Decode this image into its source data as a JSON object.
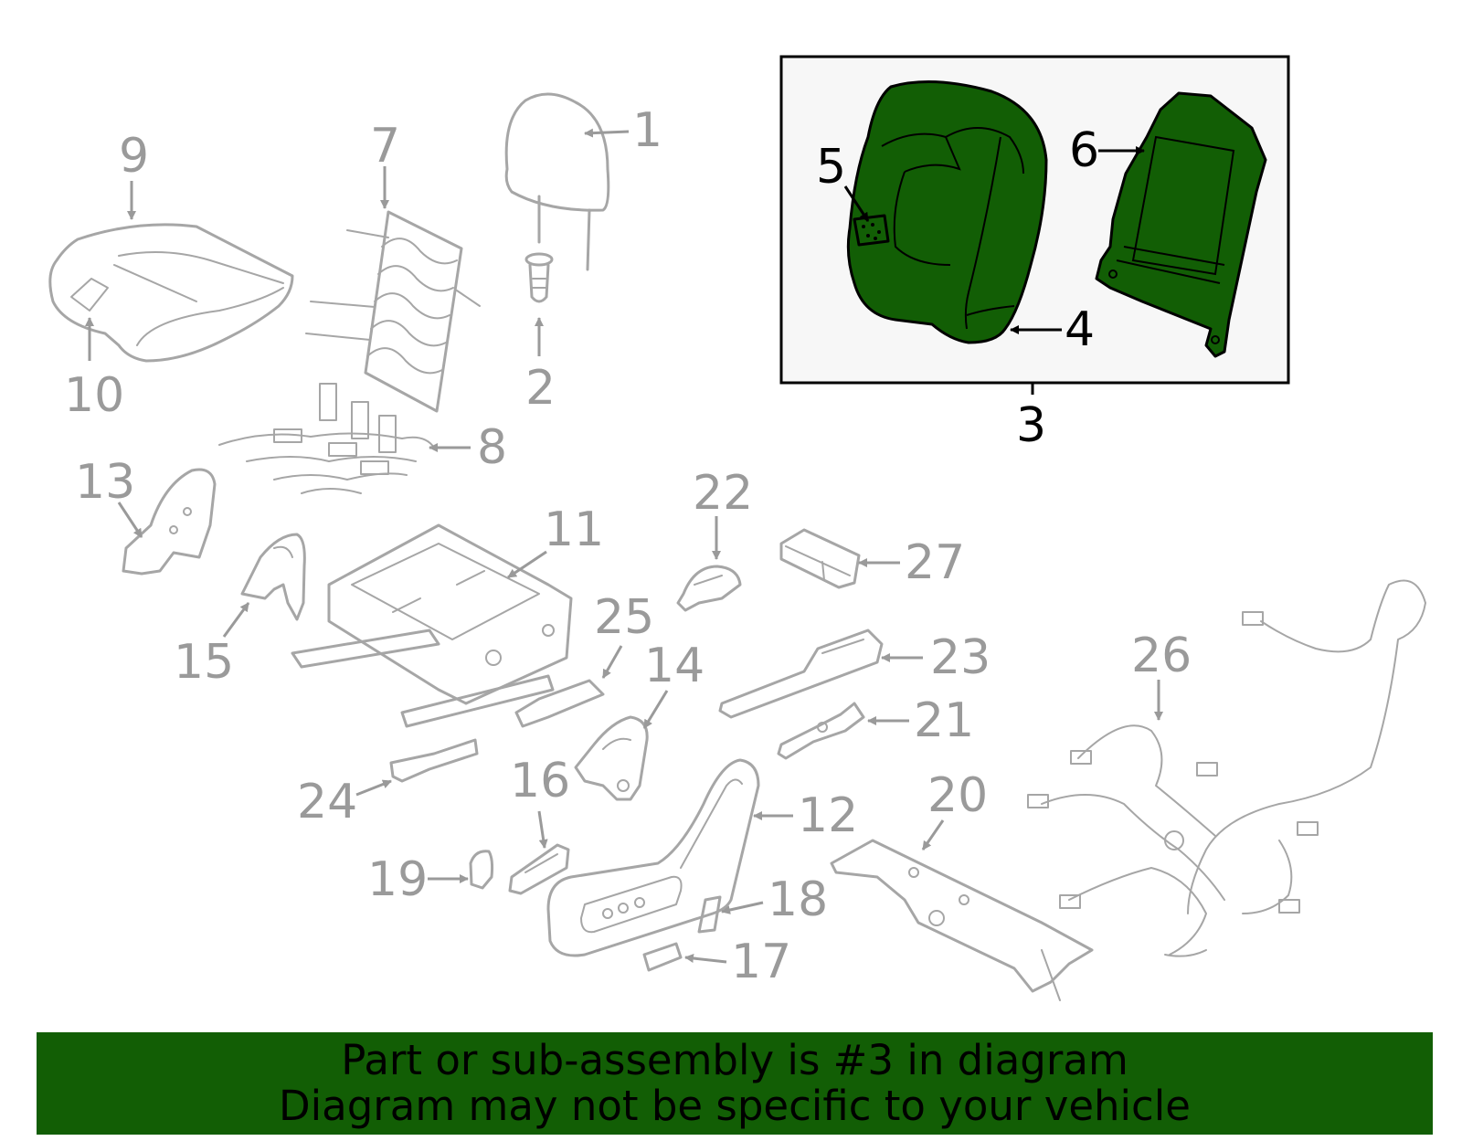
{
  "colors": {
    "highlight": "#125e05",
    "part_stroke": "#a6a6a6",
    "callout_gray": "#9a9a9a",
    "inset_bg": "#f7f7f7"
  },
  "callouts": {
    "c1": "1",
    "c2": "2",
    "c3": "3",
    "c4": "4",
    "c5": "5",
    "c6": "6",
    "c7": "7",
    "c8": "8",
    "c9": "9",
    "c10": "10",
    "c11": "11",
    "c12": "12",
    "c13": "13",
    "c14": "14",
    "c15": "15",
    "c16": "16",
    "c17": "17",
    "c18": "18",
    "c19": "19",
    "c20": "20",
    "c21": "21",
    "c22": "22",
    "c23": "23",
    "c24": "24",
    "c25": "25",
    "c26": "26",
    "c27": "27"
  },
  "banner": {
    "line1": "Part or sub-assembly is #3 in diagram",
    "line2": "Diagram may not be specific to your vehicle"
  }
}
